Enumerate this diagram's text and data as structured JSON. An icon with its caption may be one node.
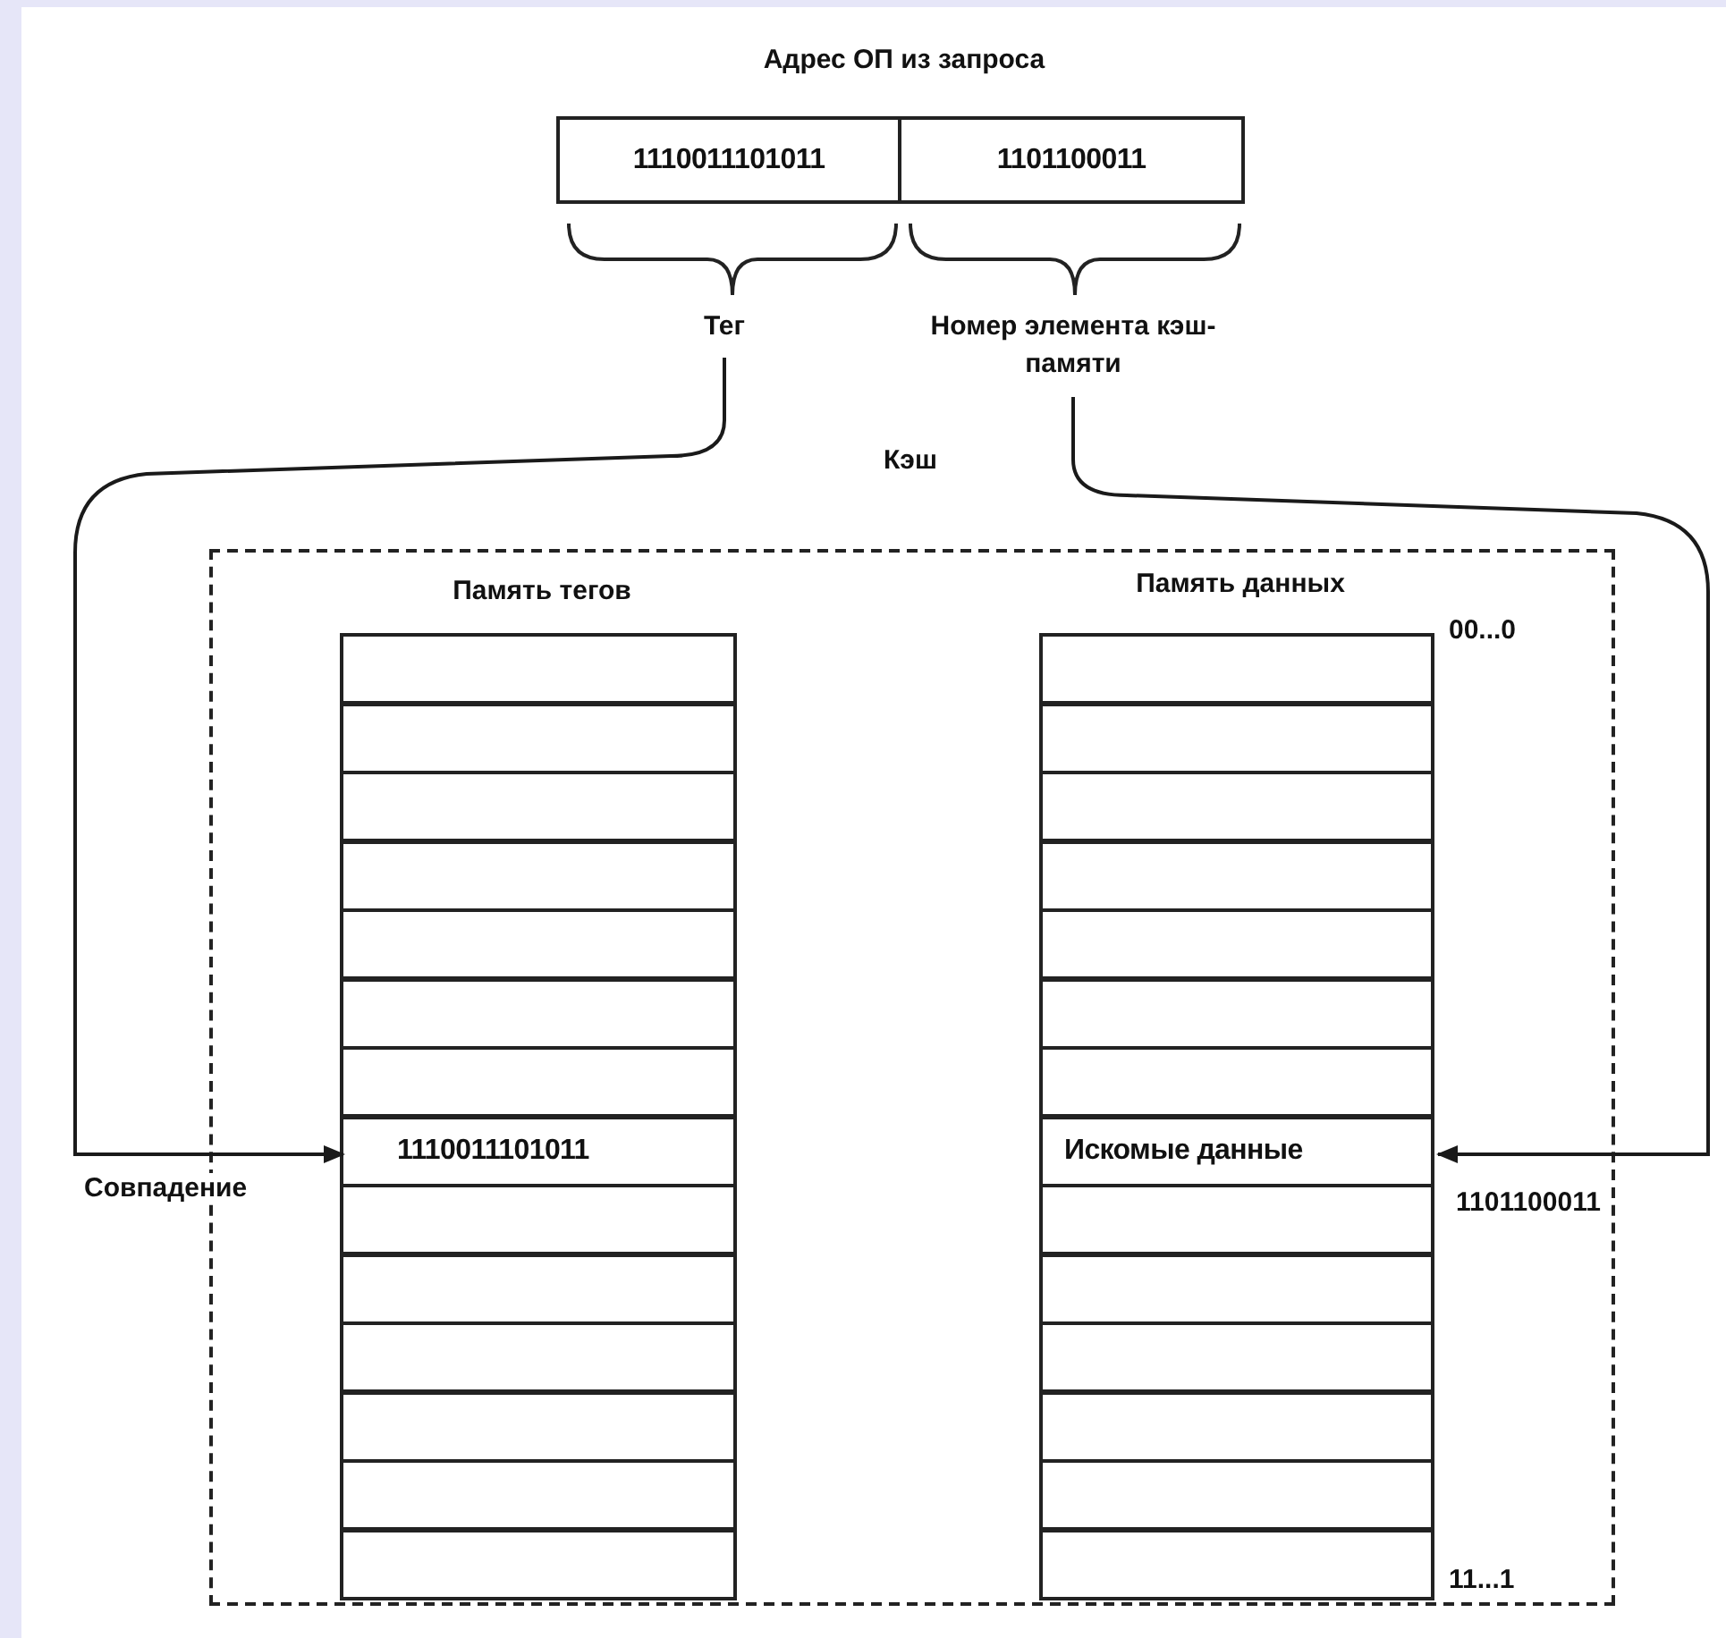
{
  "diagram": {
    "nodes": [
      {
        "text": [
          "Адрес ОП из запроса"
        ]
      },
      {
        "text": [
          "1110011101011"
        ],
        "in": 0
      },
      {
        "text": [
          "1101100011"
        ],
        "in": 0
      },
      {
        "text": [
          "Тег"
        ]
      },
      {
        "text": [
          "Номер элемента кэш-памяти"
        ]
      },
      {
        "text": [
          "Кэш"
        ]
      },
      {
        "text": [
          "Память тегов"
        ],
        "in": 5
      },
      {
        "text": [],
        "shape": "box",
        "in": 6
      },
      {
        "text": [],
        "shape": "box",
        "in": 6
      },
      {
        "text": [],
        "shape": "box",
        "in": 6
      },
      {
        "text": [],
        "shape": "box",
        "in": 6
      },
      {
        "text": [],
        "shape": "box",
        "in": 6
      },
      {
        "text": [],
        "shape": "box",
        "in": 6
      },
      {
        "text": [],
        "shape": "box",
        "in": 6
      },
      {
        "text": [
          "1110011101011"
        ],
        "in": 6
      },
      {
        "text": [],
        "shape": "box",
        "in": 6
      },
      {
        "text": [],
        "shape": "box",
        "in": 6
      },
      {
        "text": [],
        "shape": "box",
        "in": 6
      },
      {
        "text": [],
        "shape": "box",
        "in": 6
      },
      {
        "text": [],
        "shape": "box",
        "in": 6
      },
      {
        "text": [],
        "shape": "box",
        "in": 6
      },
      {
        "text": [
          "Память данных"
        ],
        "beside": [
          "00...0",
          "11...1"
        ],
        "in": 5
      },
      {
        "text": [],
        "shape": "box",
        "in": 21
      },
      {
        "text": [],
        "shape": "box",
        "in": 21
      },
      {
        "text": [],
        "shape": "box",
        "in": 21
      },
      {
        "text": [],
        "shape": "box",
        "in": 21
      },
      {
        "text": [],
        "shape": "box",
        "in": 21
      },
      {
        "text": [],
        "shape": "box",
        "in": 21
      },
      {
        "text": [],
        "shape": "box",
        "in": 21
      },
      {
        "text": [
          "Искомые данные"
        ],
        "in": 21
      },
      {
        "text": [],
        "shape": "box",
        "in": 21
      },
      {
        "text": [],
        "shape": "box",
        "in": 21
      },
      {
        "text": [],
        "shape": "box",
        "in": 21
      },
      {
        "text": [],
        "shape": "box",
        "in": 21
      },
      {
        "text": [],
        "shape": "box",
        "in": 21
      },
      {
        "text": [],
        "shape": "box",
        "in": 21
      }
    ],
    "edges": [
      {
        "from": 3,
        "to": 14,
        "arrow": "to",
        "label": "Совпадение"
      },
      {
        "from": 4,
        "to": 29,
        "arrow": "to",
        "label": "1101100011"
      }
    ]
  }
}
